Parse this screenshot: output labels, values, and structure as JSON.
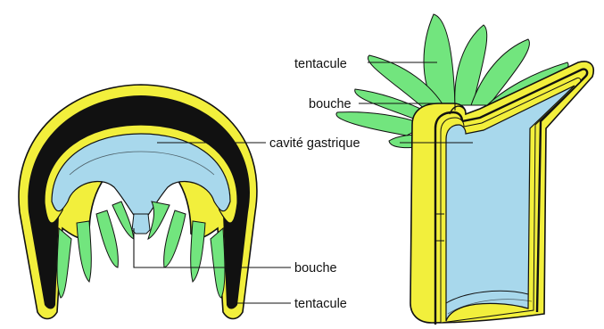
{
  "diagram": {
    "medusa": {
      "labels": {
        "gastric_cavity": "cavité gastrique",
        "mouth": "bouche",
        "tentacle": "tentacule"
      }
    },
    "polyp": {
      "labels": {
        "tentacle": "tentacule",
        "mouth": "bouche",
        "gastric_cavity": "cavité gastrique"
      }
    }
  },
  "colors": {
    "outer_layer": "#f2ef3c",
    "mesoglea": "#111111",
    "inner_layer": "#f2ef3c",
    "cavity": "#a8d8ec",
    "tentacles": "#72e57e",
    "outline": "#111111"
  }
}
